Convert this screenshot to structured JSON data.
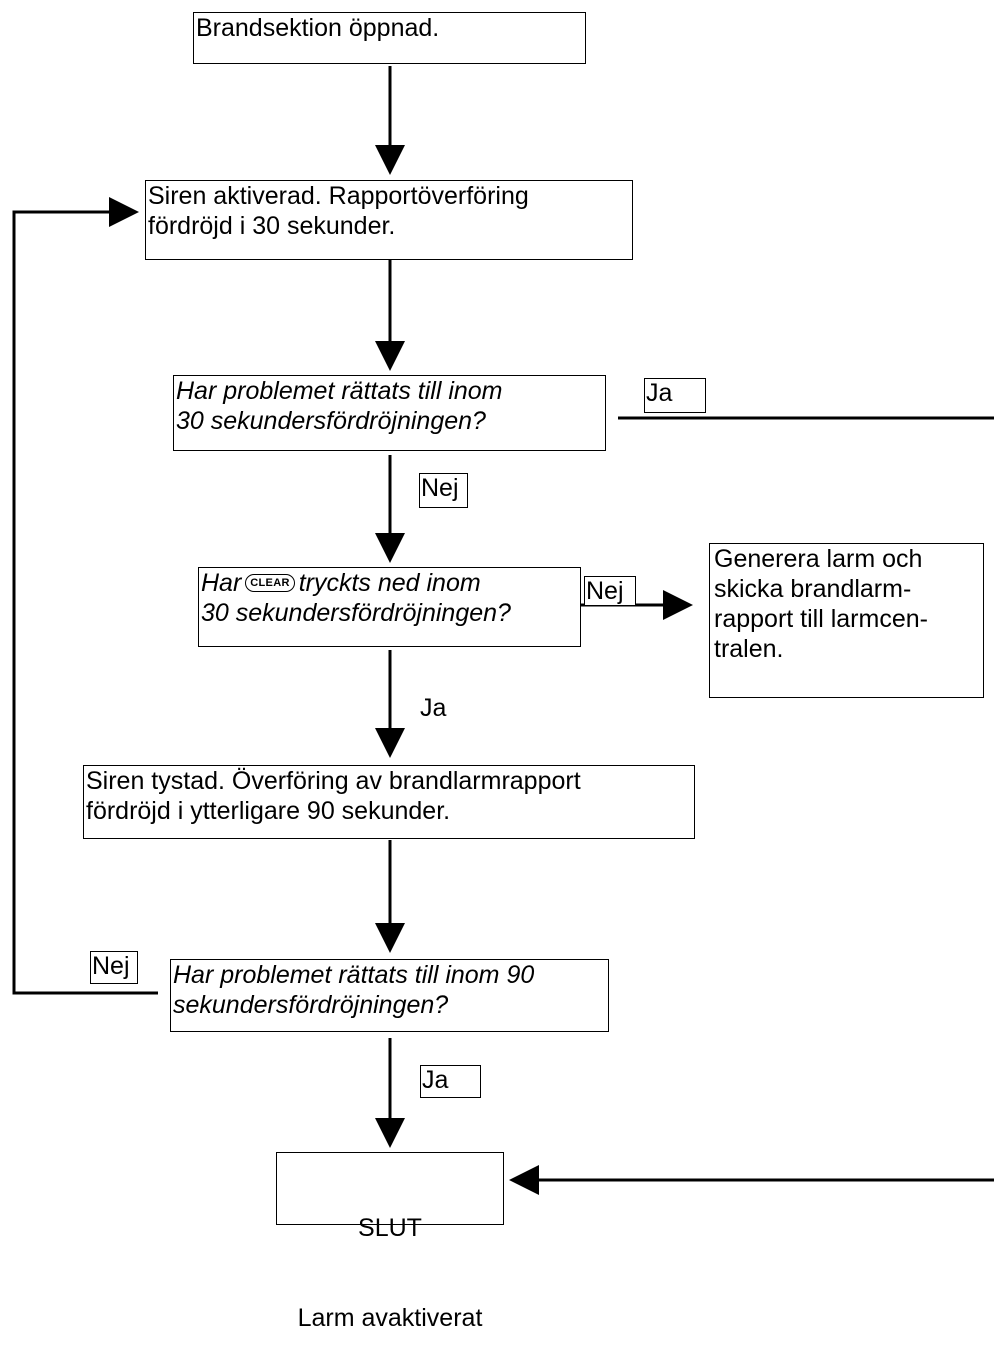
{
  "nodes": {
    "start": "Brandsektion öppnad.",
    "siren_activated": "Siren aktiverad. Rapportöverföring\nfördröjd i 30 sekunder.",
    "q30": "Har problemet rättats till inom\n30 sekundersfördröjningen?",
    "clear_q": {
      "pre": "Har",
      "button": "CLEAR",
      "post": "tryckts ned inom\n30 sekundersfördröjningen?"
    },
    "alarm": "Generera larm och\nskicka brandlarm-\nrapport till larmcen-\ntralen.",
    "silenced": "Siren tystad. Överföring av brandlarmrapport\nfördröjd i ytterligare 90 sekunder.",
    "q90": "Har problemet rättats till inom 90\nsekundersfördröjningen?",
    "end_title": "SLUT",
    "end_sub": "Larm avaktiverat"
  },
  "labels": {
    "ja_q30": "Ja",
    "nej_q30": "Nej",
    "nej_clear": "Nej",
    "ja_clear": "Ja",
    "nej_q90": "Nej",
    "ja_q90": "Ja"
  }
}
